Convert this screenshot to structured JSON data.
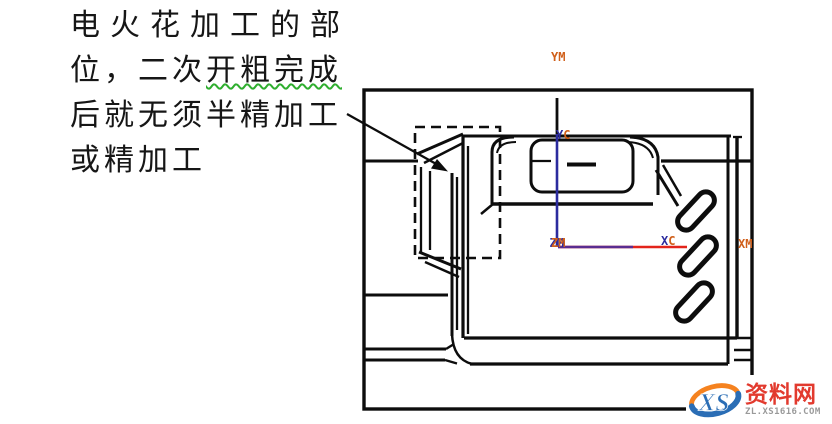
{
  "annotation": {
    "line1": "电火花加工的部",
    "line2_prefix": "位，二次",
    "line2_underlined": "开粗完成",
    "line3": "后就无须半精加工",
    "line4": "或精加工"
  },
  "axis_labels": {
    "ym": "YM",
    "yc_y": "Y",
    "yc_c": "C",
    "zm": "ZM",
    "xc_x": "X",
    "xc_c": "C",
    "xm": "XM"
  },
  "watermark": {
    "logo_text": "XS",
    "site_name": "资料网",
    "site_url": "ZL.XS1616.COM"
  },
  "colors": {
    "label_orange": "#d05f1a",
    "axis_blue": "#2b2b9e",
    "axis_purple": "#5a2d91",
    "axis_red": "#e3241b",
    "underline_green": "#2fae2f",
    "watermark_red": "#e23a2e",
    "logo_blue": "#2a6db5",
    "logo_orange": "#f5821f",
    "url_gray": "#9a9a9a"
  }
}
